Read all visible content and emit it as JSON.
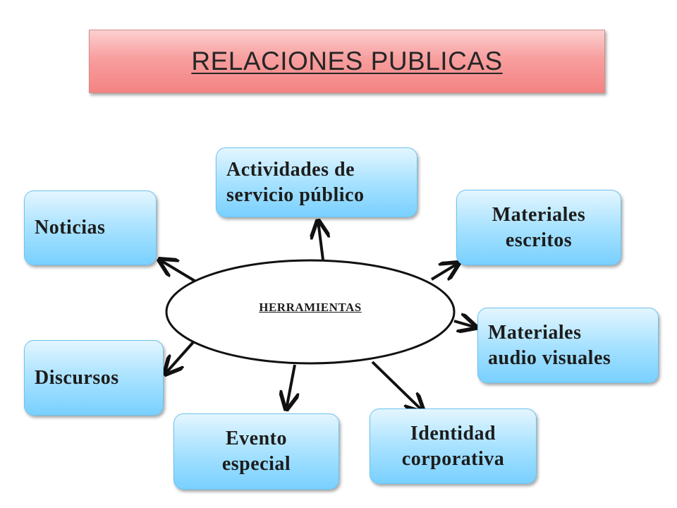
{
  "title": "RELACIONES PUBLICAS",
  "hub": "HERRAMIENTAS",
  "nodes": {
    "actividades": "Actividades de\nservicio público",
    "noticias": "Noticias",
    "materiales_escritos": "Materiales\nescritos",
    "materiales_audio": "Materiales\naudio visuales",
    "discursos": "Discursos",
    "evento_especial": "Evento\nespecial",
    "identidad": "Identidad\ncorporativa"
  },
  "colors": {
    "title_fill": "#f89e9e",
    "node_fill": "#a8e2ff",
    "arrow": "#111111"
  }
}
